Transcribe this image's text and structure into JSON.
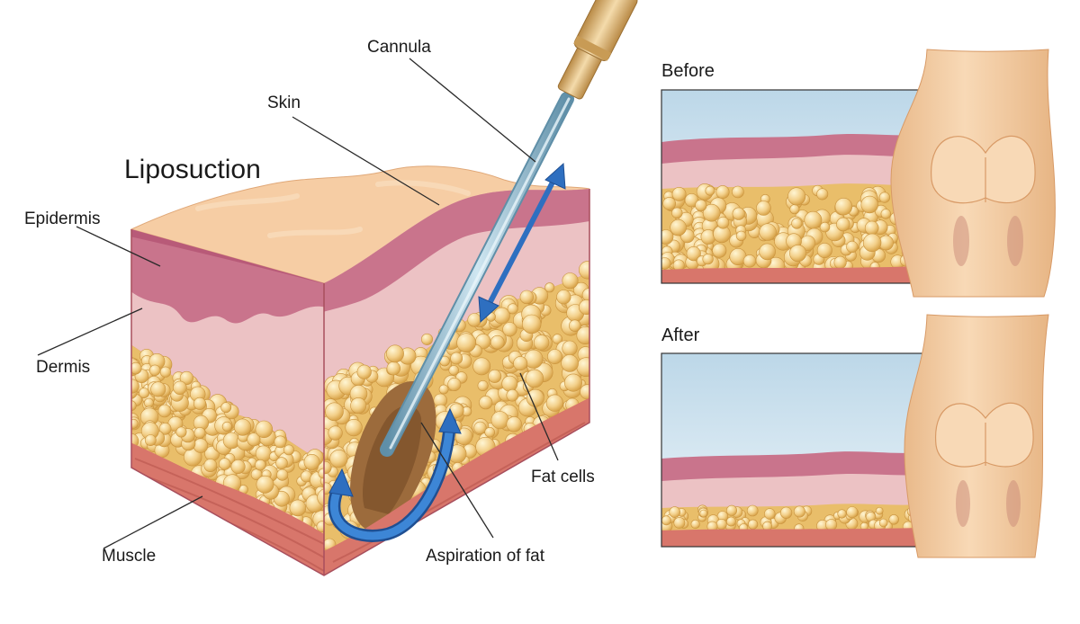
{
  "title": "Liposuction",
  "labels": {
    "cannula": "Cannula",
    "skin": "Skin",
    "epidermis": "Epidermis",
    "dermis": "Dermis",
    "fat_cells": "Fat cells",
    "muscle": "Muscle",
    "aspiration": "Aspiration of fat"
  },
  "panels": {
    "before": "Before",
    "after": "After"
  },
  "colors": {
    "skin_surface": "#f6cda4",
    "epidermis": "#c9748c",
    "dermis": "#ecc2c4",
    "fat": "#e9be6a",
    "fat_cell": "#f7db98",
    "muscle": "#d8766b",
    "cannula": "#8fb6c9",
    "arrow": "#2e6fc0",
    "sky": "#cfe3ef"
  },
  "icons": [
    "cannula-icon",
    "double-arrow-icon",
    "suction-arrow-icon",
    "body-silhouette-icon"
  ]
}
